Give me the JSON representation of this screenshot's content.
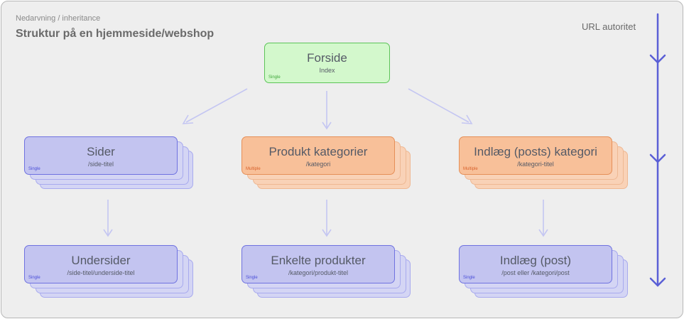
{
  "header": {
    "subtitle": "Nedarvning / inheritance",
    "title": "Struktur på en hjemmeside/webshop"
  },
  "url_authority": {
    "label": "URL autoritet"
  },
  "colors": {
    "blue_fill": "#c3c4f0",
    "blue_border": "#6f72e0",
    "orange_fill": "#f8c099",
    "orange_border": "#e58f58",
    "green_fill": "#d3f8cc",
    "green_border": "#5cc458",
    "arrow_light": "#c4c6f2",
    "arrow_strong": "#5a5fd6"
  },
  "nodes": {
    "forside": {
      "title": "Forside",
      "subtitle": "Index",
      "tag": "Single"
    },
    "sider": {
      "title": "Sider",
      "subtitle": "/side-titel",
      "tag": "Single"
    },
    "produkt_kat": {
      "title": "Produkt kategorier",
      "subtitle": "/kategori",
      "tag": "Multiple"
    },
    "indlaeg_kat": {
      "title": "Indlæg (posts) kategori",
      "subtitle": "/kategori-titel",
      "tag": "Multiple"
    },
    "undersider": {
      "title": "Undersider",
      "subtitle": "/side-titel/underside-titel",
      "tag": "Single"
    },
    "enkelte_produkter": {
      "title": "Enkelte produkter",
      "subtitle": "/kategori/produkt-titel",
      "tag": "Single"
    },
    "indlaeg_post": {
      "title": "Indlæg (post)",
      "subtitle": "/post eller /kategori/post",
      "tag": "Single"
    }
  },
  "edges": [
    {
      "from": "Forside",
      "to": "Sider"
    },
    {
      "from": "Forside",
      "to": "Produkt kategorier"
    },
    {
      "from": "Forside",
      "to": "Indlæg (posts) kategori"
    },
    {
      "from": "Sider",
      "to": "Undersider"
    },
    {
      "from": "Produkt kategorier",
      "to": "Enkelte produkter"
    },
    {
      "from": "Indlæg (posts) kategori",
      "to": "Indlæg (post)"
    }
  ]
}
